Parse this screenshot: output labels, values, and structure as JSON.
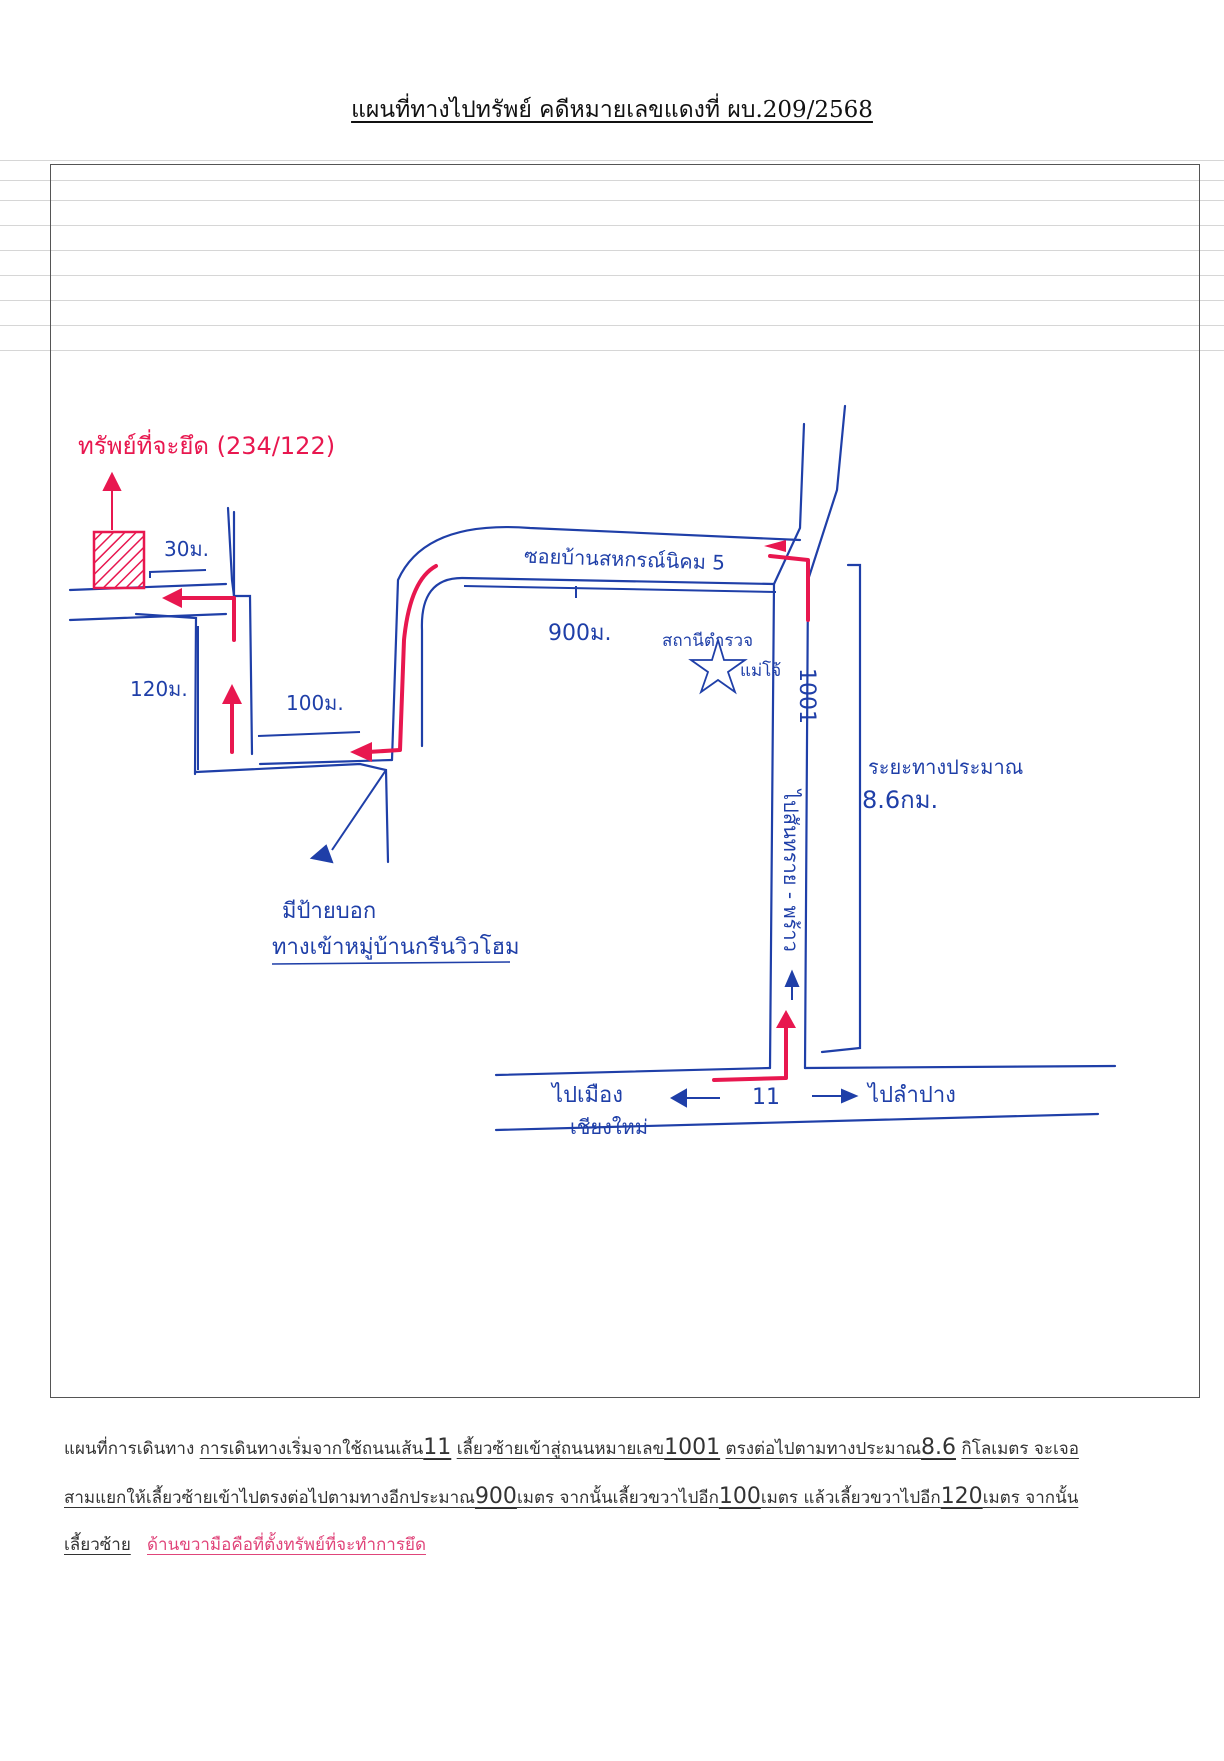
{
  "title": "แผนที่ทางไปทรัพย์ คดีหมายเลขแดงที่ ผบ.209/2568",
  "labels": {
    "property": "ทรัพย์ที่จะยึด (234/122)",
    "d30": "30ม.",
    "d120": "120ม.",
    "d100": "100ม.",
    "d900": "900ม.",
    "soi": "ซอยบ้านสหกรณ์นิคม 5",
    "police_line1": "สถานีตำรวจ",
    "police_line2": "แม่โจ้",
    "road1001": "1001",
    "road1001_name": "ไปสันทราย - พร้าว",
    "distance_line1": "ระยะทางประมาณ",
    "distance_line2": "8.6กม.",
    "sign_line1": "มีป้ายบอก",
    "sign_line2": "ทางเข้าหมู่บ้านกรีนวิวโฮม",
    "to_chiangmai_line1": "ไปเมือง",
    "to_chiangmai_line2": "เชียงใหม่",
    "road11": "11",
    "to_lampang": "ไปลำปาง"
  },
  "route": {
    "p1_label": "แผนที่การเดินทาง",
    "p1_u": "การเดินทางเริ่มจากใช้ถนนเส้น",
    "p1_n1": "11",
    "p1_u2": "เลี้ยวซ้ายเข้าสู่ถนนหมายเลข",
    "p1_n2": "1001",
    "p1_u3": "ตรงต่อไปตามทางประมาณ",
    "p1_n3": "8.6",
    "p1_u4": "กิโลเมตร จะเจอ",
    "p2_u1": "สามแยกให้เลี้ยวซ้ายเข้าไปตรงต่อไปตามทางอีกประมาณ",
    "p2_n1": "900",
    "p2_u2": "เมตร จากนั้นเลี้ยวขวาไปอีก",
    "p2_n2": "100",
    "p2_u3": "เมตร แล้วเลี้ยวขวาไปอีก",
    "p2_n3": "120",
    "p2_u4": "เมตร จากนั้น",
    "p3_u1": "เลี้ยวซ้าย",
    "p3_red": "ด้านขวามือคือที่ตั้งทรัพย์ที่จะทำการยึด"
  },
  "colors": {
    "road": "#1f3fa8",
    "route": "#e8174f",
    "text_blue": "#2a55c8",
    "text_red": "#e8174f"
  }
}
